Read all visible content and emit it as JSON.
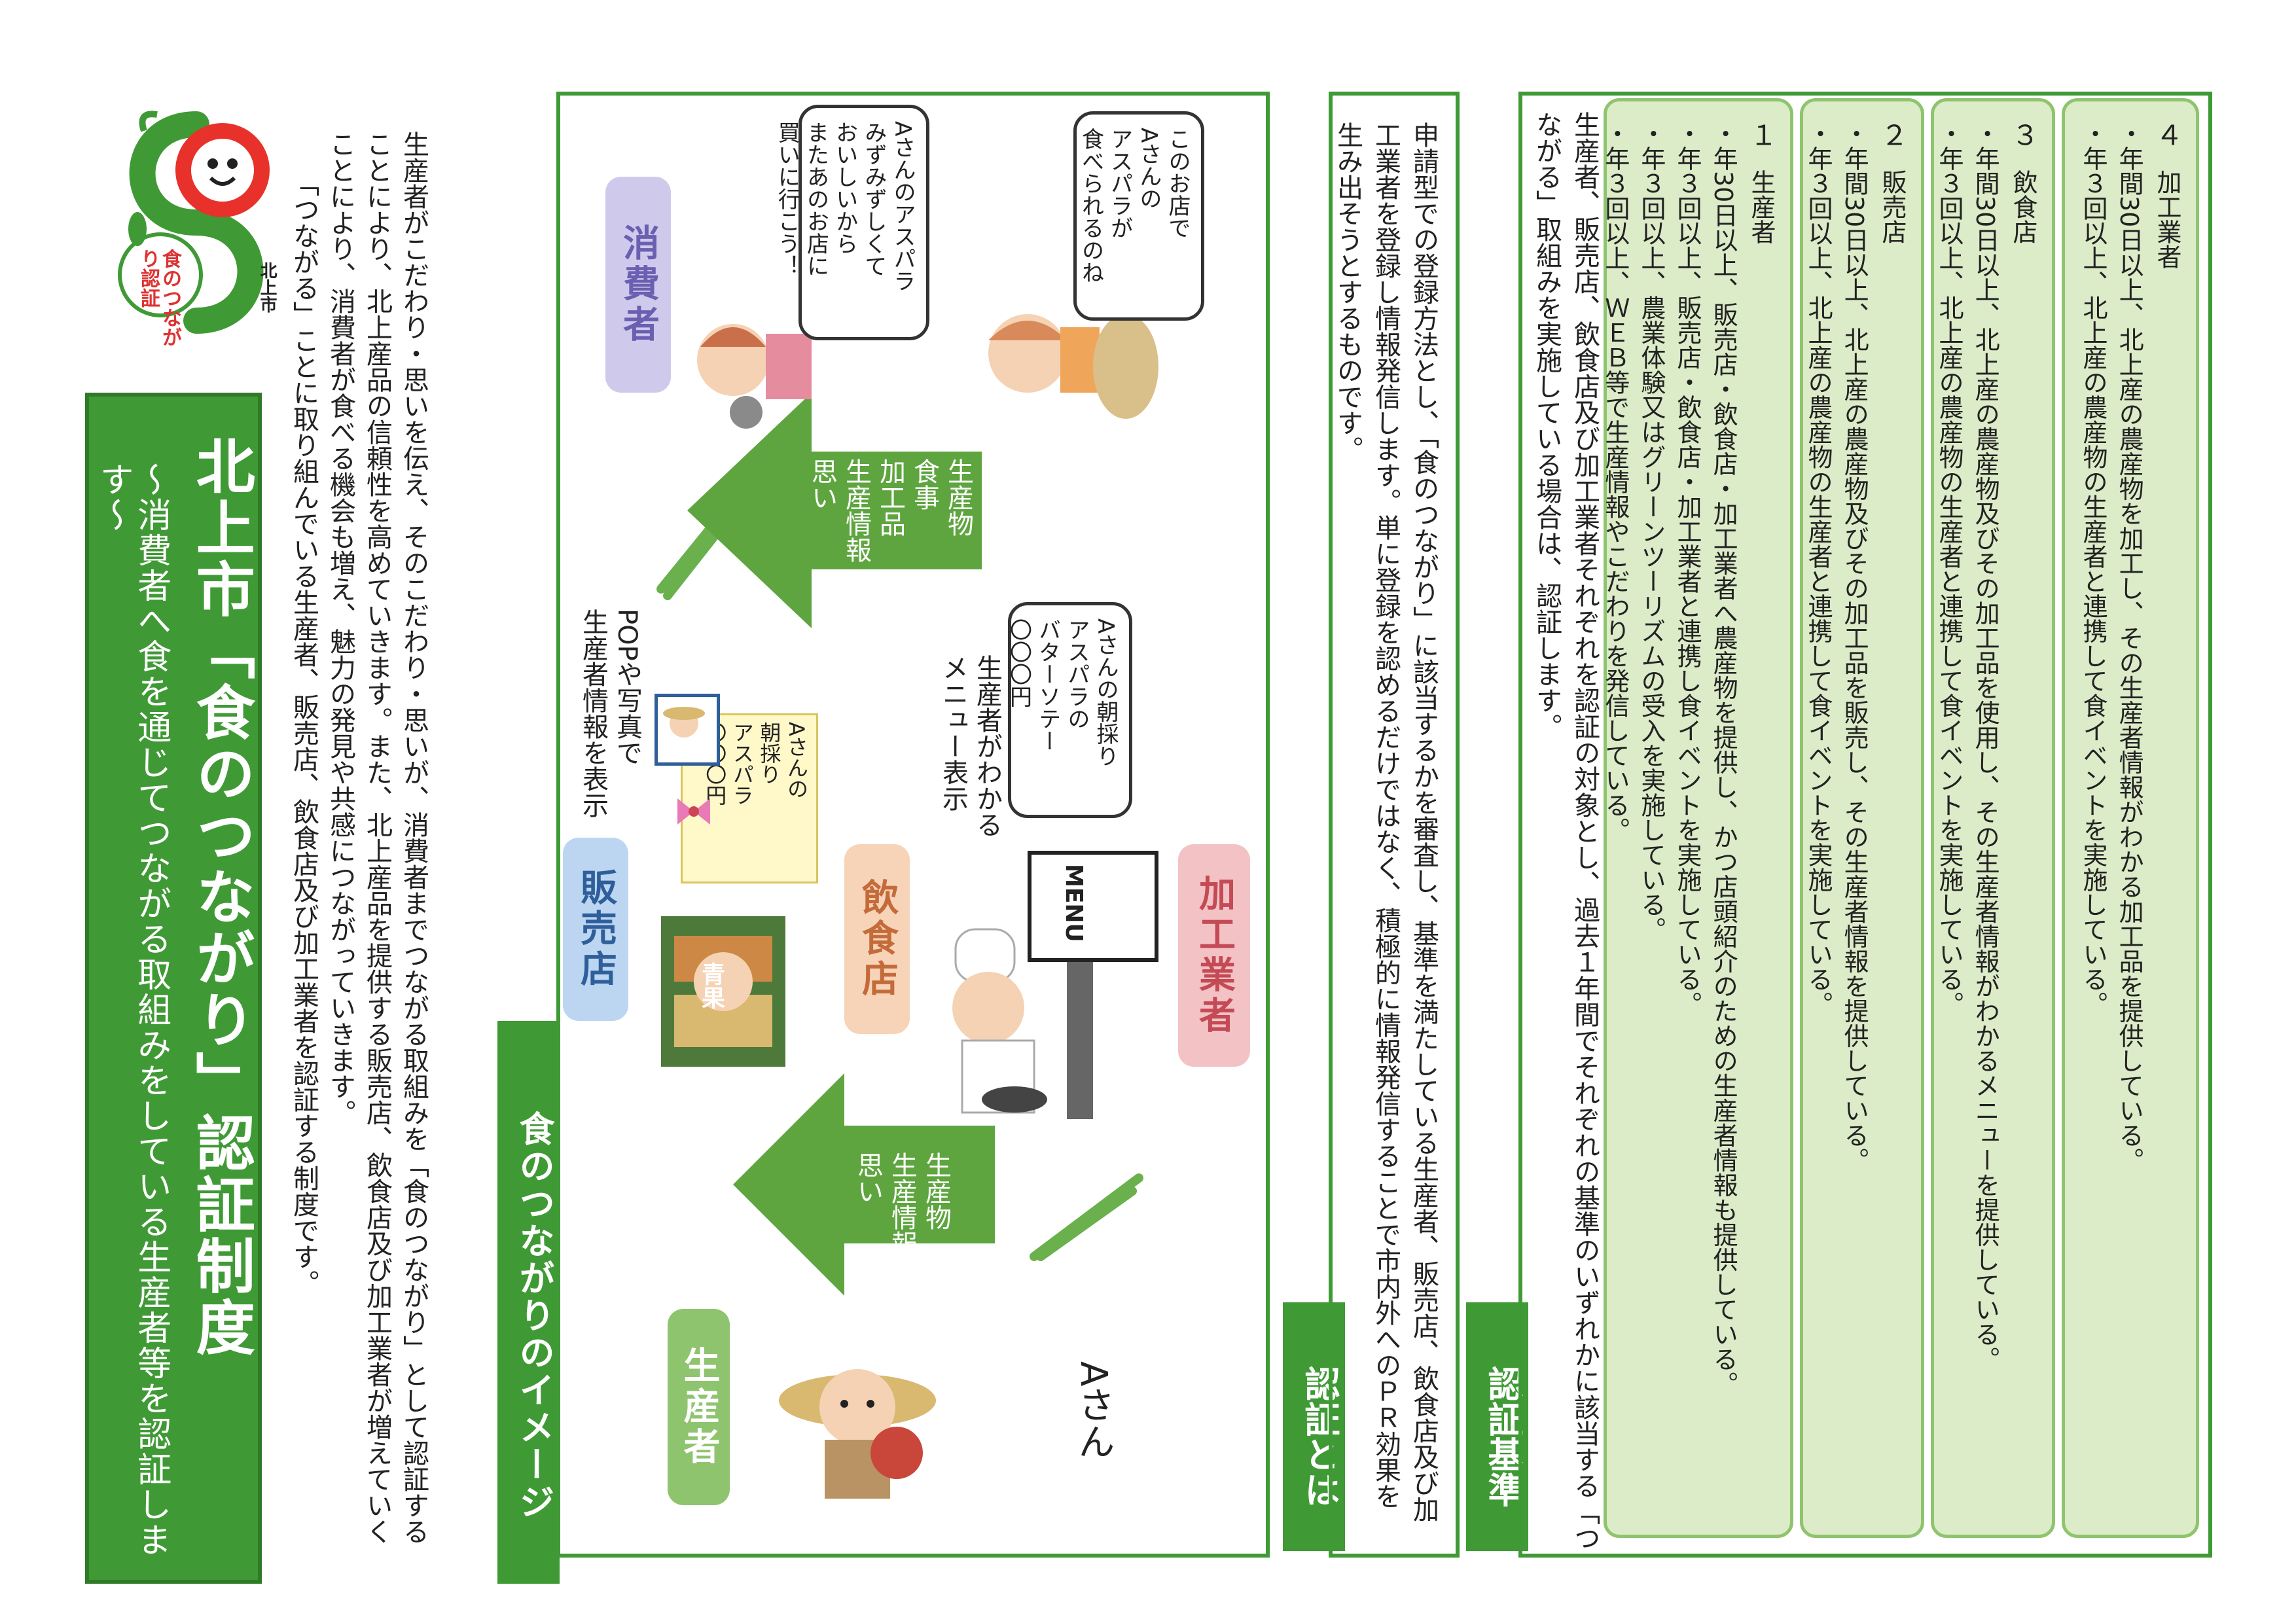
{
  "title": {
    "main": "北上市「食のつながり」認証制度",
    "sub": "〜消費者へ食を通じてつながる取組みをしている生産者等を認証します〜"
  },
  "logo": {
    "text": "食のつながり認証",
    "city": "北上市"
  },
  "intro": {
    "p1": "生産者がこだわり・思いを伝え、そのこだわり・思いが、消費者までつながる取組みを「食のつながり」として認証することにより、北上産品の信頼性を高めていきます。また、北上産品を提供する販売店、飲食店及び加工業者が増えていくことにより、消費者が食べる機会も増え、魅力の発見や共感につながっていきます。",
    "p2": "「つながる」ことに取り組んでいる生産者、販売店、飲食店及び加工業者を認証する制度です。"
  },
  "image_section": {
    "heading": "食のつながりのイメージ",
    "producer_tag": "生産者",
    "producer_name": "Aさん",
    "arrow1_text": "生産物\n生産情報\n思い",
    "store_tag": "販売店",
    "restaurant_tag": "飲食店",
    "processor_tag": "加工業者",
    "consumer_tag": "消費者",
    "pop_caption": "POPや写真で\n生産者情報を表示",
    "pop_card": "Aさんの\n朝採り\nアスパラ\n〇〇〇円",
    "menu_caption": "生産者がわかる\nメニュー表示",
    "menu_label": "MENU",
    "menu_bubble": "Aさんの朝採り\nアスパラの\nバターソテー\n〇〇〇円",
    "arrow2_text": "生産物\n食事\n加工品\n生産情報\n思い",
    "bubble1": "Aさんのアスパラ\nみずみずしくて\nおいしいから\nまたあのお店に\n買いに行こう！",
    "bubble2": "このお店で\nAさんの\nアスパラが\n食べられるのね",
    "shop_sign": "青果"
  },
  "cert_section": {
    "heading": "認証とは",
    "text": "申請型での登録方法とし、「食のつながり」に該当するかを審査し、基準を満たしている生産者、販売店、飲食店及び加工業者を登録し情報発信します。単に登録を認めるだけではなく、積極的に情報発信することで市内外へのＰＲ効果を生み出そうとするものです。"
  },
  "criteria_section": {
    "heading": "認証基準",
    "intro": "生産者、販売店、飲食店及び加工業者それぞれを認証の対象とし、過去１年間でそれぞれの基準のいずれかに該当する「つながる」取組みを実施している場合は、認証します。",
    "items": [
      {
        "num": "１",
        "category": "生産者",
        "lines": [
          "・年30日以上、販売店・飲食店・加工業者へ農産物を提供し、かつ店頭紹介のための生産者情報も提供している。",
          "・年３回以上、販売店・飲食店・加工業者と連携し食イベントを実施している。",
          "・年３回以上、農業体験又はグリーンツーリズムの受入を実施している。",
          "・年３回以上、ＷＥＢ等で生産情報やこだわりを発信している。"
        ]
      },
      {
        "num": "２",
        "category": "販売店",
        "lines": [
          "・年間30日以上、北上産の農産物及びその加工品を販売し、その生産者情報を提供している。",
          "・年３回以上、北上産の農産物の生産者と連携して食イベントを実施している。"
        ]
      },
      {
        "num": "３",
        "category": "飲食店",
        "lines": [
          "・年間30日以上、北上産の農産物及びその加工品を使用し、その生産者情報がわかるメニューを提供している。",
          "・年３回以上、北上産の農産物の生産者と連携して食イベントを実施している。"
        ]
      },
      {
        "num": "４",
        "category": "加工業者",
        "lines": [
          "・年間30日以上、北上産の農産物を加工し、その生産者情報がわかる加工品を提供している。",
          "・年３回以上、北上産の農産物の生産者と連携して食イベントを実施している。"
        ]
      }
    ]
  },
  "colors": {
    "green": "#3f9a35",
    "card_green": "#dcebc8",
    "store_blue": "#bcd6f2",
    "restaurant_orange": "#f7d3b8",
    "processor_pink": "#f3c2c5",
    "consumer_purple": "#cfc9ec"
  }
}
